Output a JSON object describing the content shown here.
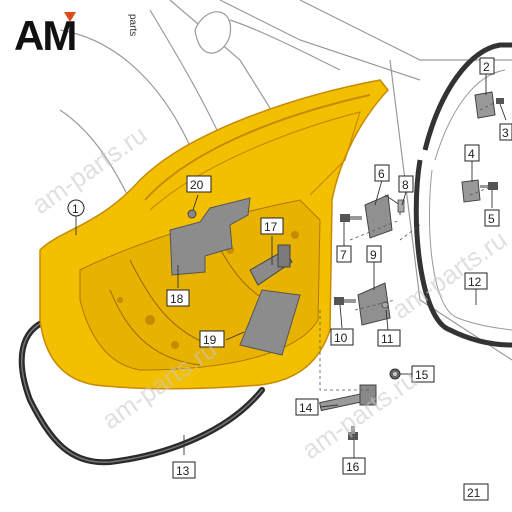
{
  "logo": {
    "text": "AM",
    "suffix": "parts",
    "colors": {
      "main": "#111111",
      "accent": "#e04a1a"
    }
  },
  "watermark": "am-parts.ru",
  "colors": {
    "door_panel": "#f2c000",
    "door_edge": "#c88a00",
    "seal": "#2a2a2a",
    "line": "#333333",
    "body_outline": "#9a9a9a"
  },
  "callouts": [
    "1",
    "2",
    "3",
    "4",
    "5",
    "6",
    "7",
    "8",
    "9",
    "10",
    "11",
    "12",
    "13",
    "14",
    "15",
    "16",
    "17",
    "18",
    "19",
    "20",
    "21"
  ]
}
